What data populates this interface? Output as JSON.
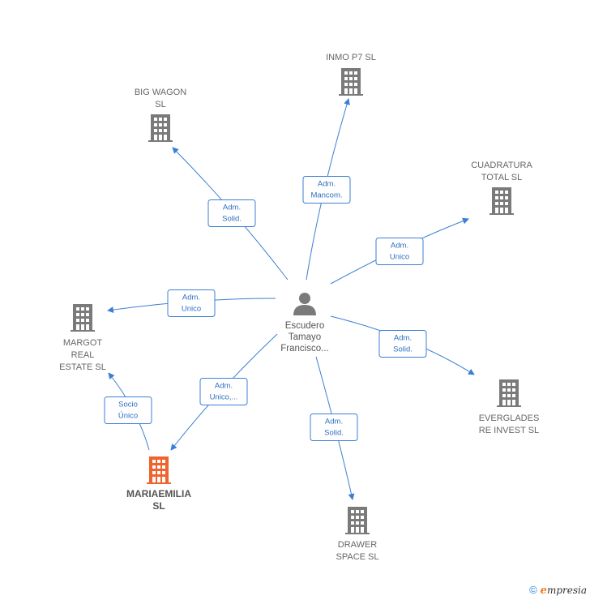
{
  "colors": {
    "edge": "#3b7fd4",
    "company": "#7a7a7a",
    "company_main": "#f0622e",
    "person": "#7a7a7a"
  },
  "person": {
    "icon": "person-icon",
    "lines": [
      "Escudero",
      "Tamayo",
      "Francisco..."
    ]
  },
  "companies": [
    {
      "id": "inmo-p7",
      "lines": [
        "INMO P7  SL"
      ],
      "main": false,
      "icon": "building-icon"
    },
    {
      "id": "big-wagon",
      "lines": [
        "BIG WAGON",
        "SL"
      ],
      "main": false,
      "icon": "building-icon"
    },
    {
      "id": "cuadratura",
      "lines": [
        "CUADRATURA",
        "TOTAL SL"
      ],
      "main": false,
      "icon": "building-icon"
    },
    {
      "id": "margot",
      "lines": [
        "MARGOT",
        "REAL",
        "ESTATE  SL"
      ],
      "main": false,
      "icon": "building-icon"
    },
    {
      "id": "everglades",
      "lines": [
        "EVERGLADES",
        "RE INVEST  SL"
      ],
      "main": false,
      "icon": "building-icon"
    },
    {
      "id": "mariaemilia",
      "lines": [
        "MARIAEMILIA",
        "SL"
      ],
      "main": true,
      "icon": "building-icon"
    },
    {
      "id": "drawer",
      "lines": [
        "DRAWER",
        "SPACE  SL"
      ],
      "main": false,
      "icon": "building-icon"
    }
  ],
  "edges": [
    {
      "to": "inmo-p7",
      "label": [
        "Adm.",
        "Mancom."
      ]
    },
    {
      "to": "big-wagon",
      "label": [
        "Adm.",
        "Solid."
      ]
    },
    {
      "to": "cuadratura",
      "label": [
        "Adm.",
        "Unico"
      ]
    },
    {
      "to": "margot",
      "label": [
        "Adm.",
        "Unico"
      ]
    },
    {
      "to": "everglades",
      "label": [
        "Adm.",
        "Solid."
      ]
    },
    {
      "to": "mariaemilia",
      "label": [
        "Adm.",
        "Unico,..."
      ]
    },
    {
      "to": "drawer",
      "label": [
        "Adm.",
        "Solid."
      ]
    },
    {
      "from": "mariaemilia",
      "to": "margot",
      "label": [
        "Socio",
        "Único"
      ]
    }
  ],
  "footer": {
    "copyright": "©",
    "brand_initial": "e",
    "brand_rest": "mpresia"
  }
}
